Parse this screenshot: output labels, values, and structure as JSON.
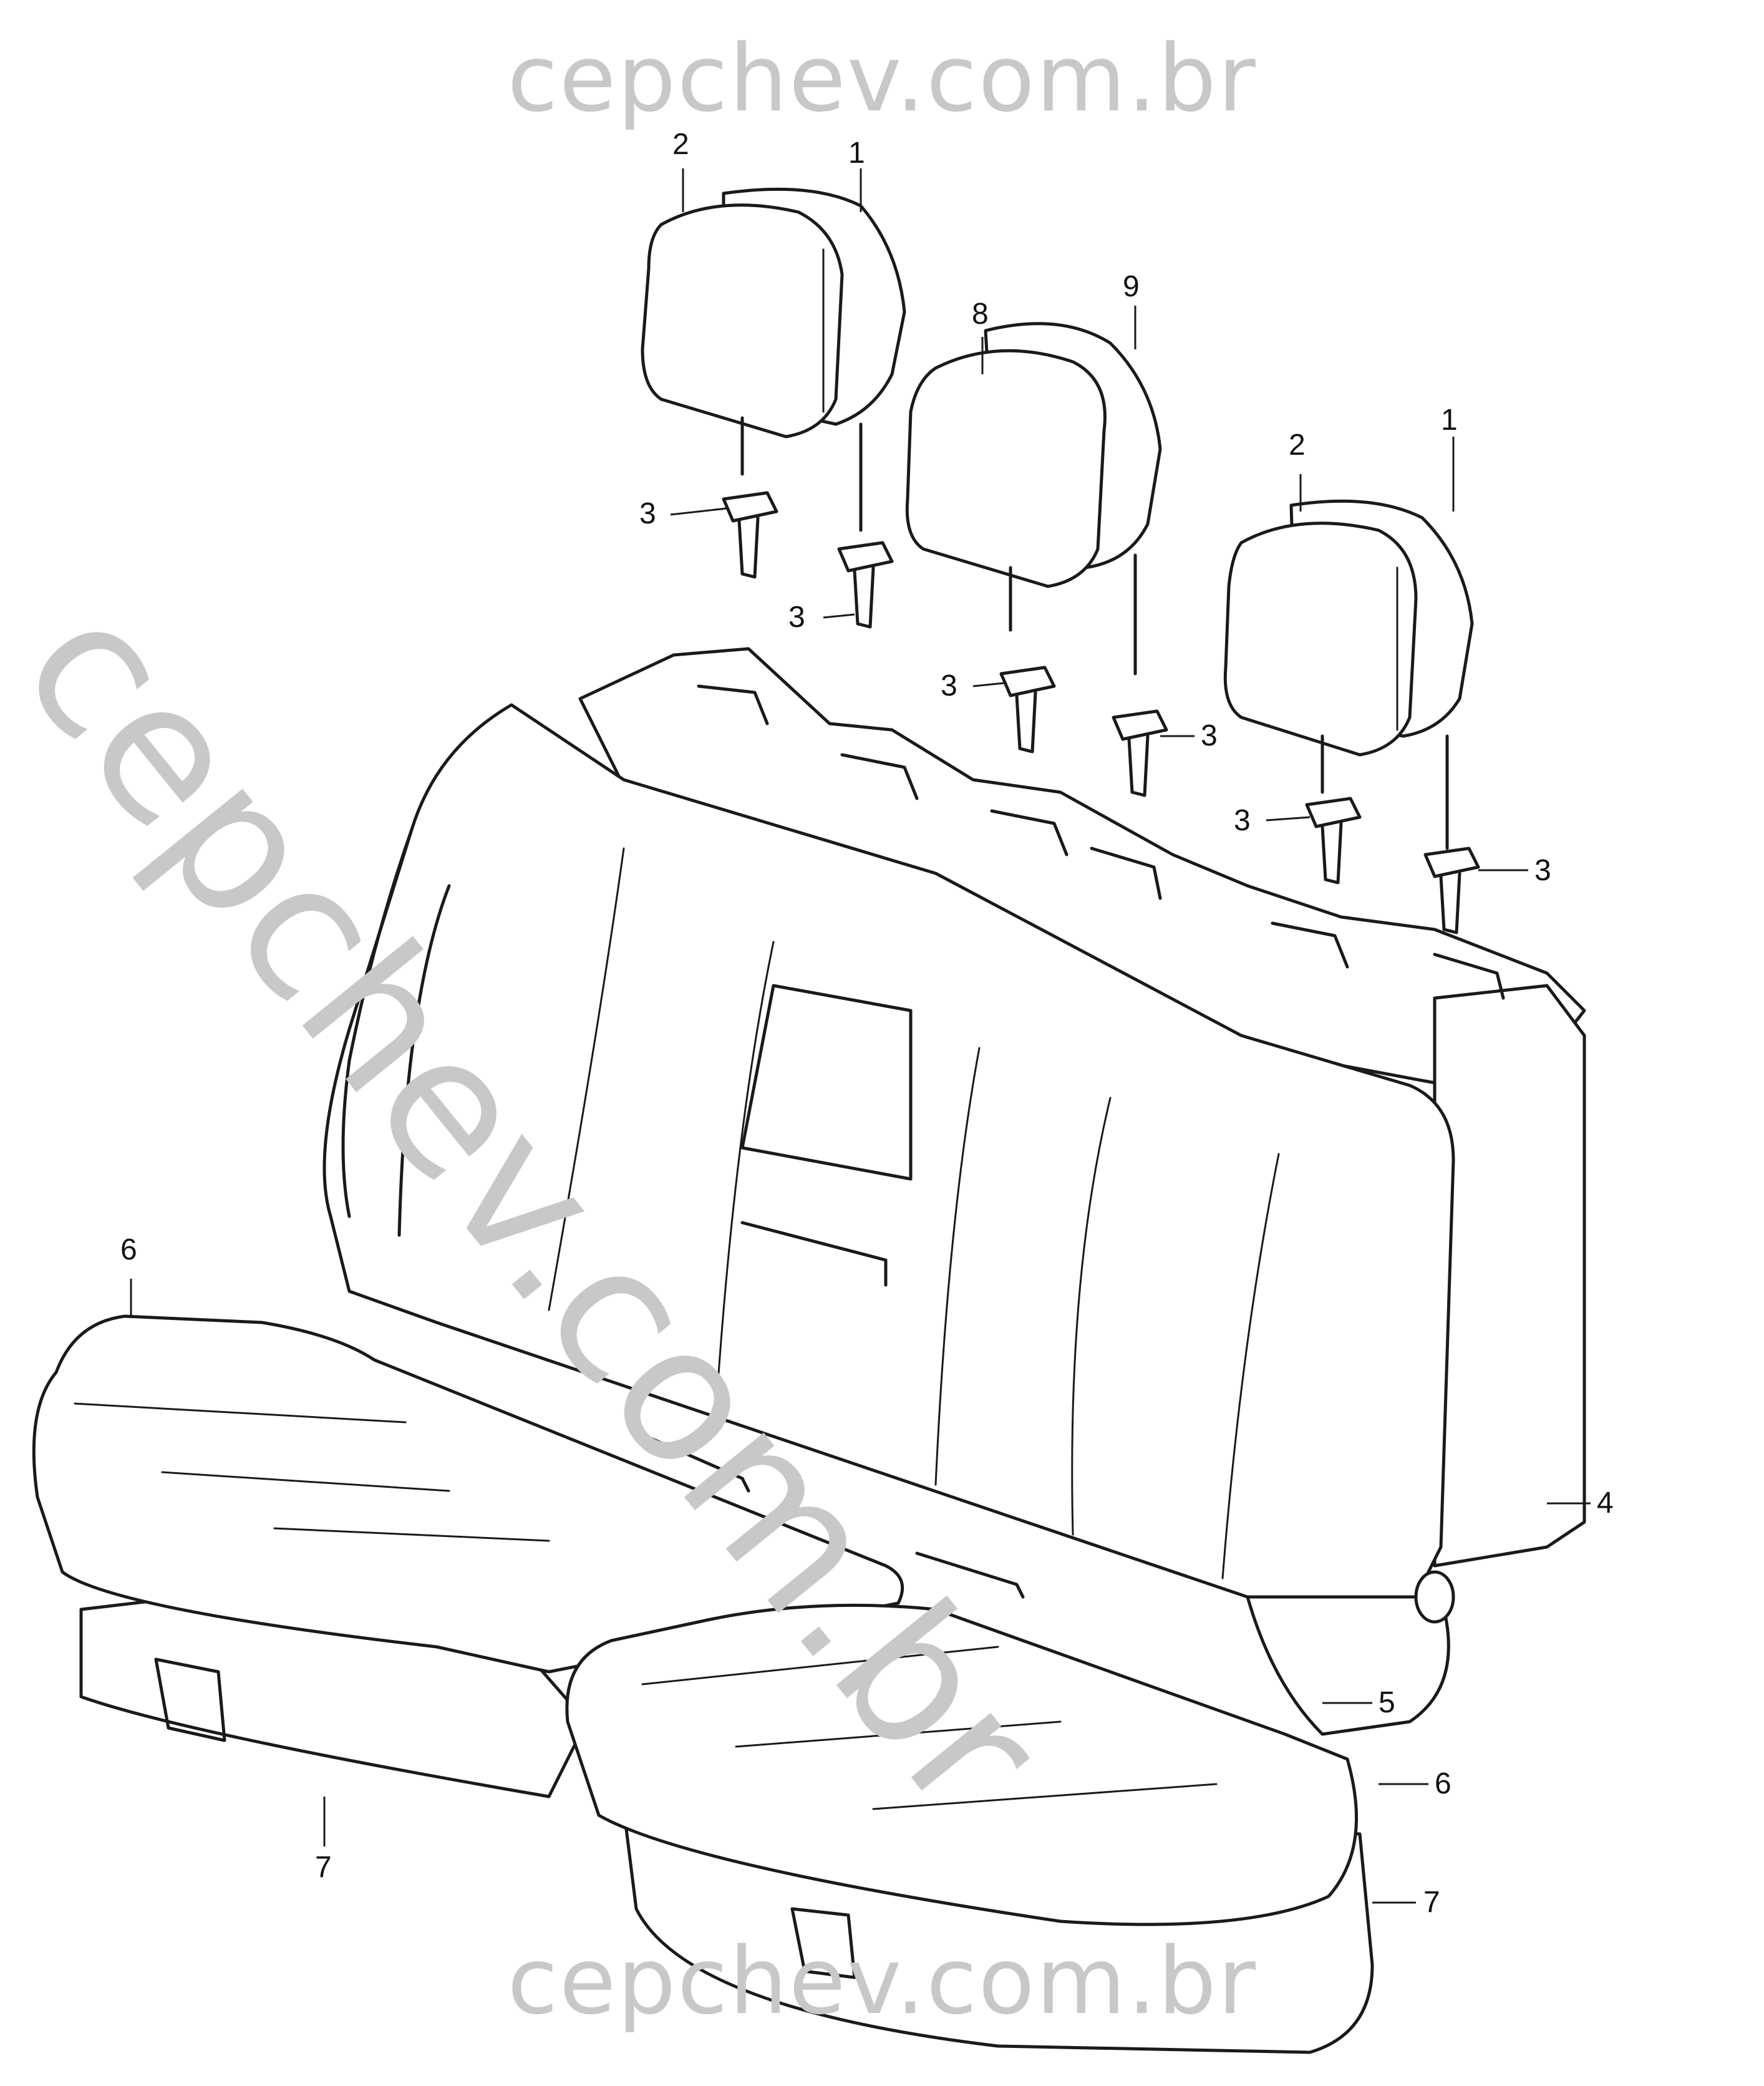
{
  "watermark": {
    "top": "cepchev.com.br",
    "diagonal": "cepchev.com.br",
    "bottom": "cepchev.com.br"
  },
  "callouts": [
    {
      "id": "c2-left",
      "label": "2"
    },
    {
      "id": "c1-left",
      "label": "1"
    },
    {
      "id": "c8",
      "label": "8"
    },
    {
      "id": "c9",
      "label": "9"
    },
    {
      "id": "c2-right",
      "label": "2"
    },
    {
      "id": "c1-right",
      "label": "1"
    },
    {
      "id": "c3-a",
      "label": "3"
    },
    {
      "id": "c3-b",
      "label": "3"
    },
    {
      "id": "c3-c",
      "label": "3"
    },
    {
      "id": "c3-d",
      "label": "3"
    },
    {
      "id": "c3-e",
      "label": "3"
    },
    {
      "id": "c3-f",
      "label": "3"
    },
    {
      "id": "c6-left",
      "label": "6"
    },
    {
      "id": "c4",
      "label": "4"
    },
    {
      "id": "c5",
      "label": "5"
    },
    {
      "id": "c6-right",
      "label": "6"
    },
    {
      "id": "c7-left",
      "label": "7"
    },
    {
      "id": "c7-right",
      "label": "7"
    }
  ]
}
